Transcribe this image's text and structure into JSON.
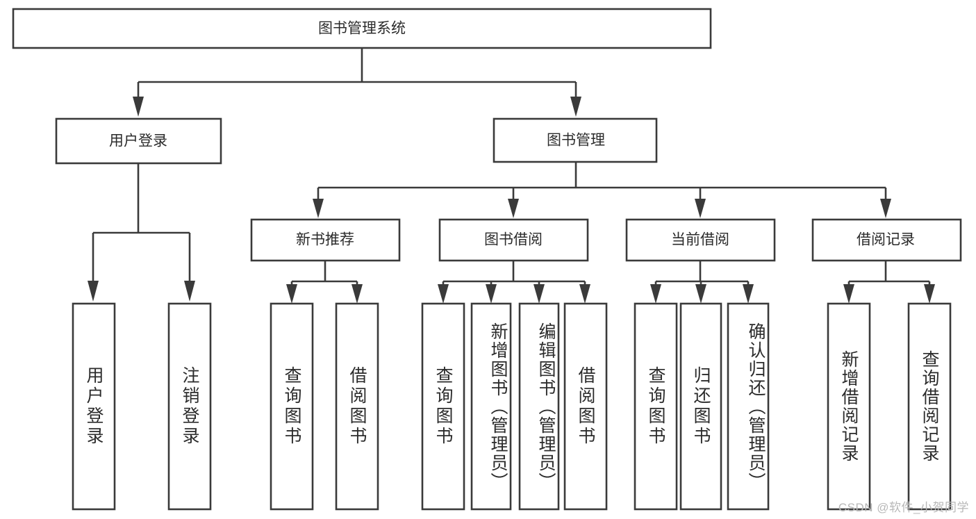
{
  "diagram": {
    "title": "图书管理系统",
    "type": "tree-hierarchy-diagram",
    "root": {
      "id": "root",
      "label": "图书管理系统",
      "orientation": "horizontal"
    },
    "level2": [
      {
        "id": "user-login",
        "label": "用户登录",
        "orientation": "horizontal"
      },
      {
        "id": "book-manage",
        "label": "图书管理",
        "orientation": "horizontal"
      }
    ],
    "level3": [
      {
        "id": "new-book-recommend",
        "label": "新书推荐",
        "orientation": "horizontal"
      },
      {
        "id": "book-borrow",
        "label": "图书借阅",
        "orientation": "horizontal"
      },
      {
        "id": "current-borrow",
        "label": "当前借阅",
        "orientation": "horizontal"
      },
      {
        "id": "borrow-record",
        "label": "借阅记录",
        "orientation": "horizontal"
      }
    ],
    "leaves": {
      "user-login": [
        {
          "id": "leaf-user-login",
          "label": "用户登录",
          "orientation": "vertical"
        },
        {
          "id": "leaf-logout-login",
          "label": "注销登录",
          "orientation": "vertical"
        }
      ],
      "new-book-recommend": [
        {
          "id": "leaf-query-book-1",
          "label": "查询图书",
          "orientation": "vertical"
        },
        {
          "id": "leaf-borrow-book-1",
          "label": "借阅图书",
          "orientation": "vertical"
        }
      ],
      "book-borrow": [
        {
          "id": "leaf-query-book-2",
          "label": "查询图书",
          "orientation": "vertical"
        },
        {
          "id": "leaf-add-book",
          "label": "新增图书（管理员）",
          "orientation": "vertical"
        },
        {
          "id": "leaf-edit-book",
          "label": "编辑图书（管理员）",
          "orientation": "vertical"
        },
        {
          "id": "leaf-borrow-book-2",
          "label": "借阅图书",
          "orientation": "vertical"
        }
      ],
      "current-borrow": [
        {
          "id": "leaf-query-book-3",
          "label": "查询图书",
          "orientation": "vertical"
        },
        {
          "id": "leaf-return-book",
          "label": "归还图书",
          "orientation": "vertical"
        },
        {
          "id": "leaf-confirm-return",
          "label": "确认归还（管理员）",
          "orientation": "vertical"
        }
      ],
      "borrow-record": [
        {
          "id": "leaf-add-borrow-record",
          "label": "新增借阅记录",
          "orientation": "vertical"
        },
        {
          "id": "leaf-query-borrow-record",
          "label": "查询借阅记录",
          "orientation": "vertical"
        }
      ]
    },
    "colors": {
      "stroke": "#3a3a3a",
      "fill": "#ffffff",
      "text": "#2b2b2b",
      "watermark": "#b8b8b8"
    }
  },
  "watermark": {
    "text": "CSDN @软件_小贺同学"
  }
}
